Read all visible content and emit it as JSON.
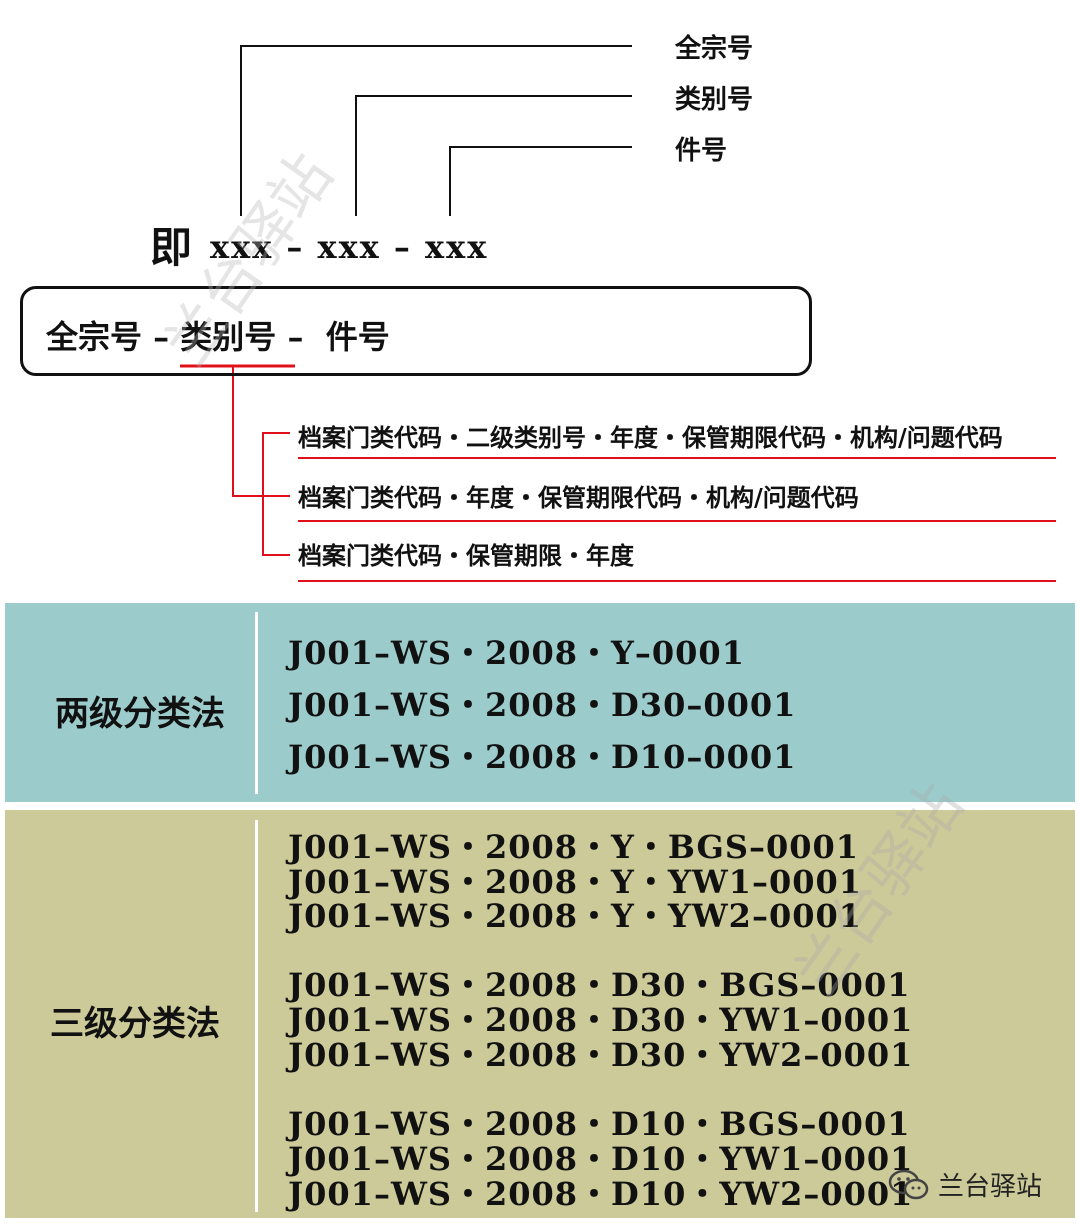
{
  "top_labels": [
    "全宗号",
    "类别号",
    "件号"
  ],
  "ji_prefix": "即",
  "code_pattern": "xxx – xxx – xxx",
  "formula": {
    "part1": "全宗号 – ",
    "part2": "类别号",
    "part3": " –  件号"
  },
  "options": [
    "档案门类代码・二级类别号・年度・保管期限代码・机构/问题代码",
    "档案门类代码・年度・保管期限代码・机构/问题代码",
    "档案门类代码・保管期限・年度"
  ],
  "two_level": {
    "label": "两级分类法",
    "rows": [
      "J001–WS・2008・Y–0001",
      "J001–WS・2008・D30–0001",
      "J001–WS・2008・D10–0001"
    ]
  },
  "three_level": {
    "label": "三级分类法",
    "rows": [
      "J001–WS・2008・Y・BGS–0001",
      "J001–WS・2008・Y・YW1–0001",
      "J001–WS・2008・Y・YW2–0001",
      "J001–WS・2008・D30・BGS–0001",
      "J001–WS・2008・D30・YW1–0001",
      "J001–WS・2008・D30・YW2–0001",
      "J001–WS・2008・D10・BGS–0001",
      "J001–WS・2008・D10・YW1–0001",
      "J001–WS・2008・D10・YW2–0001"
    ]
  },
  "watermark": "兰台驿站",
  "brand": {
    "name": "兰台驿站",
    "icon": "wechat-icon"
  },
  "colors": {
    "accent_red": "#e0101a",
    "panel_two_bg": "#9ccbcb",
    "panel_three_bg": "#ccca98"
  }
}
